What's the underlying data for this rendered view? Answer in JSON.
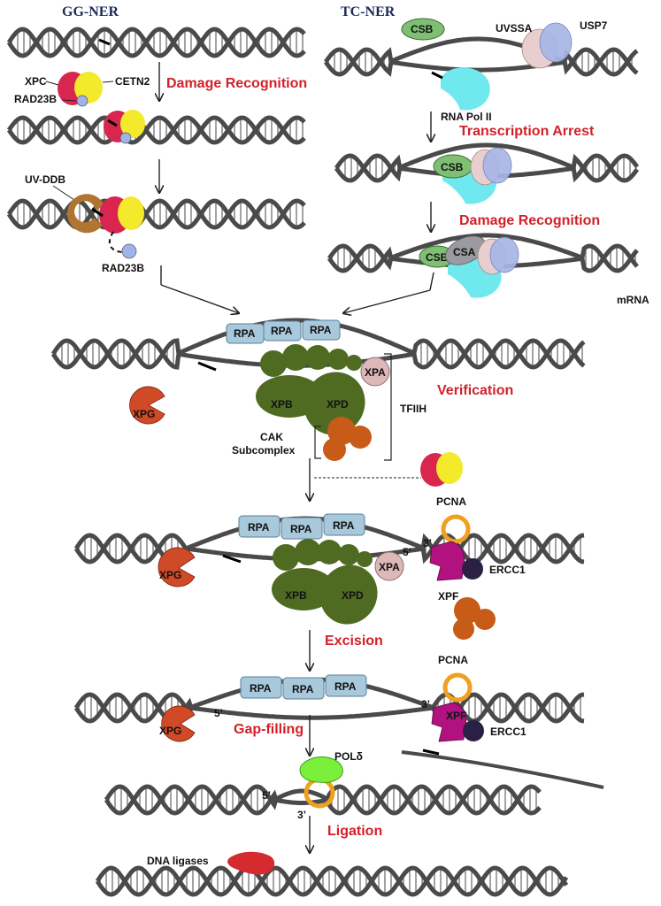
{
  "pathways": {
    "gg_ner": "GG-NER",
    "tc_ner": "TC-NER"
  },
  "stages": {
    "damage_recognition_gg": "Damage Recognition",
    "transcription_arrest": "Transcription Arrest",
    "damage_recognition_tc": "Damage Recognition",
    "verification": "Verification",
    "excision": "Excision",
    "gap_filling": "Gap-filling",
    "ligation": "Ligation"
  },
  "proteins": {
    "xpc": "XPC",
    "cetn2": "CETN2",
    "rad23b": "RAD23B",
    "rad23b_released": "RAD23B",
    "uv_ddb": "UV-DDB",
    "csb": "CSB",
    "csa": "CSA",
    "uvssa": "UVSSA",
    "usp7": "USP7",
    "rna_pol_ii": "RNA Pol II",
    "mrna": "mRNA",
    "rpa": "RPA",
    "xpa": "XPA",
    "xpb": "XPB",
    "xpd": "XPD",
    "xpg": "XPG",
    "xpf": "XPF",
    "ercc1": "ERCC1",
    "pcna": "PCNA",
    "tfiih": "TFIIH",
    "cak_line1": "CAK",
    "cak_line2": "Subcomplex",
    "pol_delta": "POLδ",
    "dna_ligases": "DNA ligases"
  },
  "ends": {
    "five_prime": "5’",
    "three_prime": "3’"
  },
  "colors": {
    "dna": "#4a4a4a",
    "xpc": "#d8264f",
    "cetn2": "#f2ea2a",
    "rad23b": "#9fb3ea",
    "uv_ddb": "#b07530",
    "csb": "#7fbf73",
    "csa": "#9a9aa0",
    "uvssa": "#e8cfcf",
    "usp7": "#a9b6e6",
    "rna_pol_ii": "#6fe9ee",
    "rpa": "#a8c9dc",
    "tfiih": "#4f6b22",
    "xpa": "#dcb8b8",
    "cak": "#c85b18",
    "xpg": "#d04a28",
    "xpf": "#b1127f",
    "ercc1": "#2a1f44",
    "pcna": "#f0a020",
    "pol_delta": "#7af03c",
    "ligase": "#d42a30",
    "stage_text": "#d32029",
    "header_text": "#1c2a5a"
  }
}
